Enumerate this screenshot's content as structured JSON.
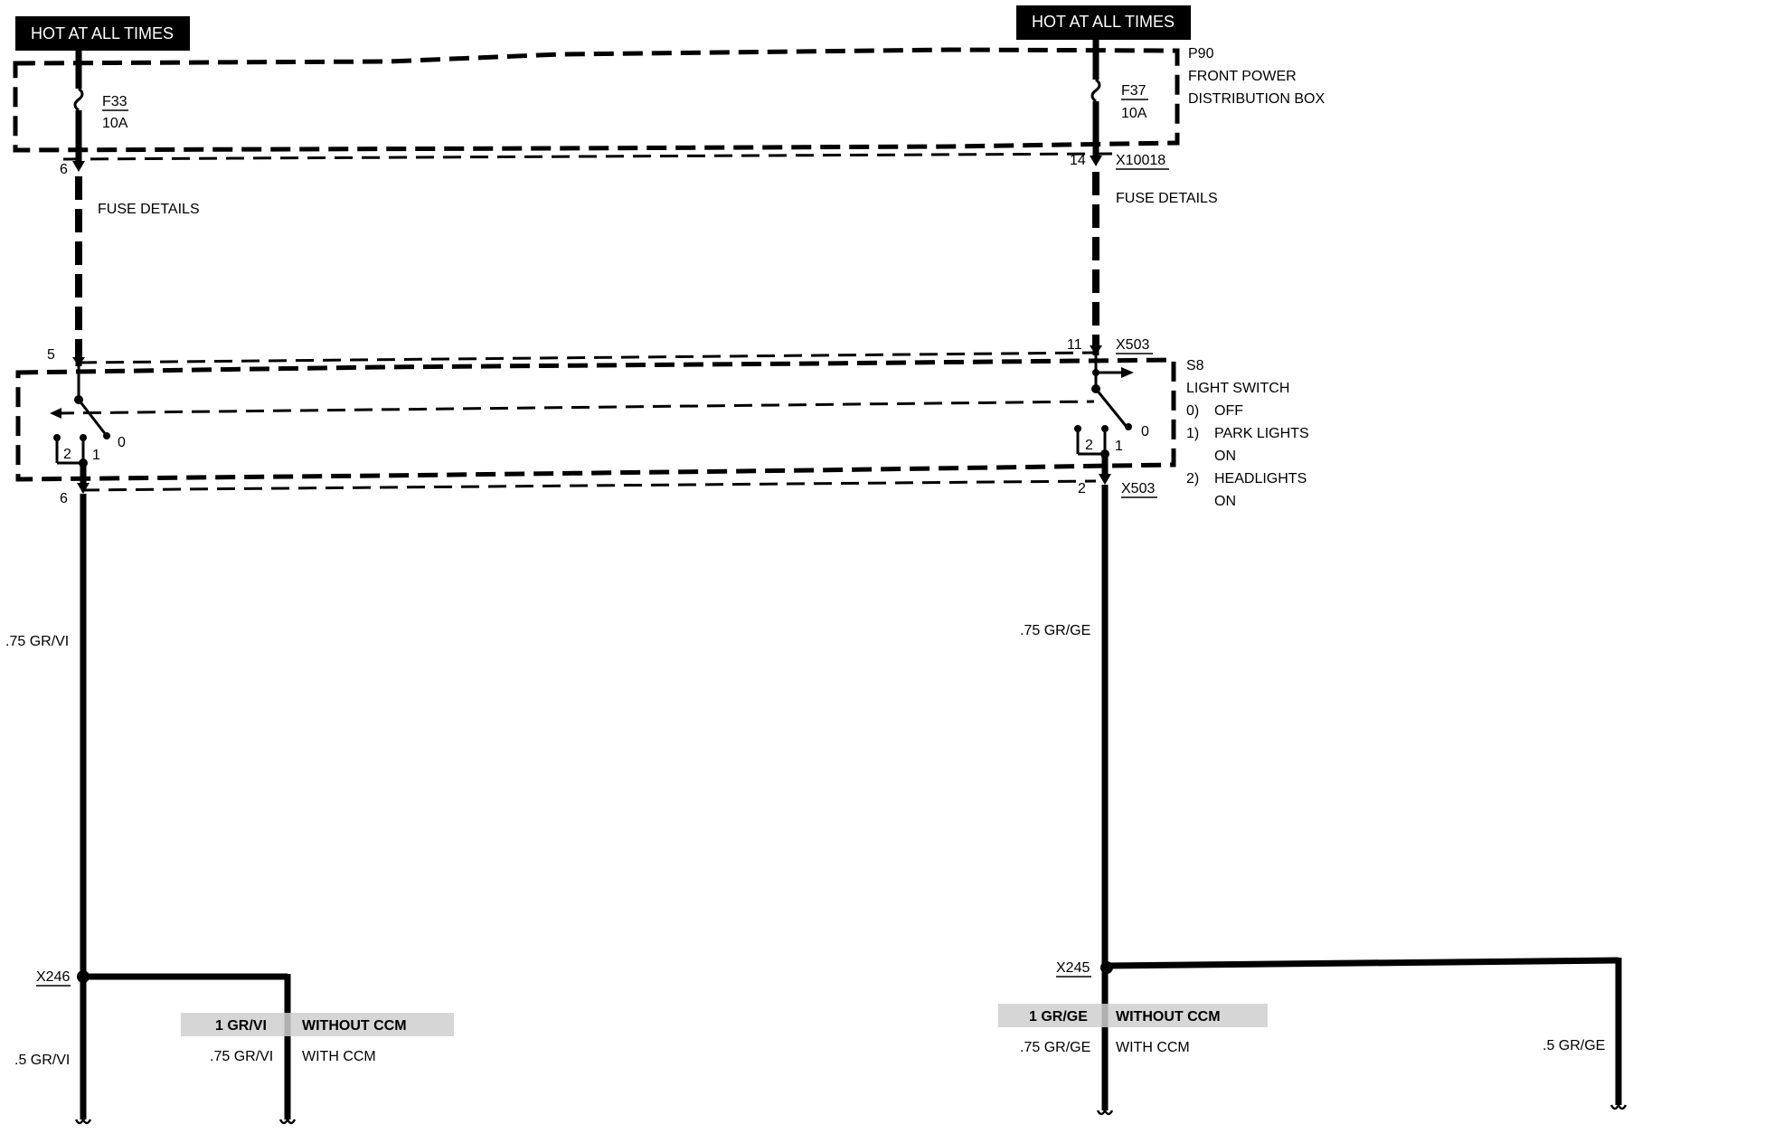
{
  "left_column": {
    "hot_label": "HOT AT ALL TIMES",
    "fuse_id": "F33",
    "fuse_rating": "10A",
    "pin_top": "6",
    "fuse_details": "FUSE DETAILS",
    "pin_switch_in": "5",
    "switch_pos_2": "2",
    "switch_pos_1": "1",
    "switch_pos_0": "0",
    "pin_switch_out": "6",
    "wire_main": ".75 GR/VI",
    "splice": "X246",
    "wire_left_branch": ".5 GR/VI",
    "wire_without_ccm": "1 GR/VI",
    "label_without_ccm": "WITHOUT CCM",
    "wire_with_ccm": ".75 GR/VI",
    "label_with_ccm": "WITH CCM"
  },
  "right_column": {
    "hot_label": "HOT AT ALL TIMES",
    "fuse_id": "F37",
    "fuse_rating": "10A",
    "pin_top": "14",
    "connector_top": "X10018",
    "fuse_details": "FUSE DETAILS",
    "pin_switch_in": "11",
    "connector_switch_in": "X503",
    "switch_pos_2": "2",
    "switch_pos_1": "1",
    "switch_pos_0": "0",
    "pin_switch_out": "2",
    "connector_switch_out": "X503",
    "wire_main": ".75 GR/GE",
    "splice": "X245",
    "wire_without_ccm": "1 GR/GE",
    "label_without_ccm": "WITHOUT CCM",
    "wire_with_ccm": ".75 GR/GE",
    "label_with_ccm": "WITH CCM",
    "wire_far_right": ".5 GR/GE"
  },
  "power_box": {
    "id": "P90",
    "name_line1": "FRONT POWER",
    "name_line2": "DISTRIBUTION BOX"
  },
  "light_switch": {
    "id": "S8",
    "name": "LIGHT SWITCH",
    "states": [
      {
        "num": "0)",
        "text": "OFF",
        "cont": ""
      },
      {
        "num": "1)",
        "text": "PARK LIGHTS",
        "cont": "ON"
      },
      {
        "num": "2)",
        "text": "HEADLIGHTS",
        "cont": "ON"
      }
    ]
  }
}
